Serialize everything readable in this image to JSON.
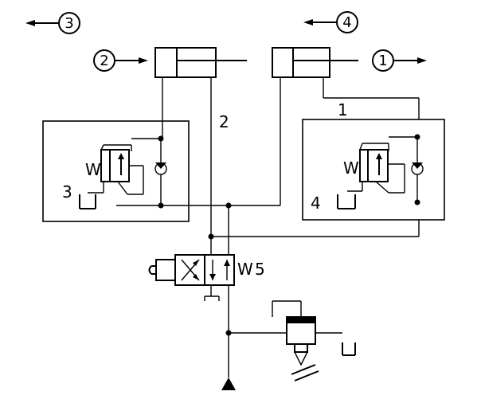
{
  "circled_labels": [
    "3",
    "4",
    "2",
    "1"
  ],
  "number_labels": [
    "2",
    "1",
    "3",
    "4",
    "5"
  ],
  "spring_symbol": "W"
}
